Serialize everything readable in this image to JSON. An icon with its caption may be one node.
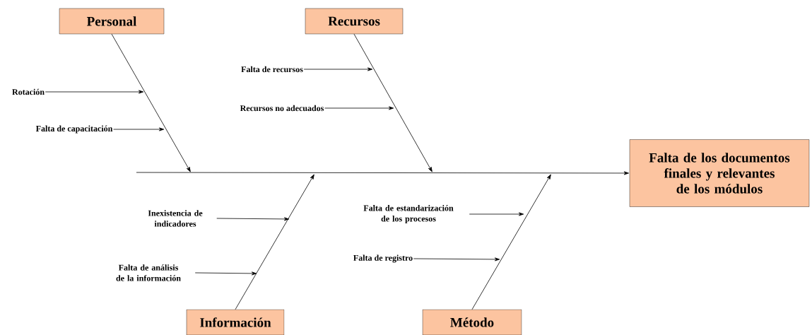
{
  "diagram": {
    "nodes": [
      {
        "text": [
          "Personal"
        ]
      },
      {
        "text": [
          "Recursos"
        ]
      },
      {
        "text": [
          "Falta de los documentos finales y relevantes de los módulos"
        ]
      },
      {
        "text": [
          "Rotación"
        ]
      },
      {
        "text": [
          "Falta de recursos"
        ]
      },
      {
        "text": [
          "Recursos no adecuados"
        ]
      },
      {
        "text": [
          "Falta de capacitación"
        ]
      },
      {
        "text": [
          "Inexistencia de indicadores"
        ]
      },
      {
        "text": [
          "Falta de estandarización de los procesos"
        ]
      },
      {
        "text": [
          "Falta de registro"
        ]
      },
      {
        "text": [
          "Falta de análisis de la información"
        ]
      },
      {
        "text": [
          "Información"
        ]
      },
      {
        "text": [
          "Método"
        ]
      }
    ],
    "edges": [
      {
        "from": 0,
        "to": null,
        "arrow": "to"
      },
      {
        "from": 1,
        "to": null,
        "arrow": "to"
      },
      {
        "from": 11,
        "to": null,
        "arrow": "to"
      },
      {
        "from": 12,
        "to": null,
        "arrow": "to"
      },
      {
        "from": null,
        "to": 2,
        "arrow": "to"
      },
      {
        "from": 3,
        "to": null,
        "arrow": "to"
      },
      {
        "from": 4,
        "to": null,
        "arrow": "to"
      },
      {
        "from": 5,
        "to": null,
        "arrow": "to"
      },
      {
        "from": 6,
        "to": null,
        "arrow": "to"
      },
      {
        "from": 7,
        "to": null,
        "arrow": "to"
      },
      {
        "from": 8,
        "to": null,
        "arrow": "to"
      },
      {
        "from": 9,
        "to": null,
        "arrow": "to"
      },
      {
        "from": 10,
        "to": null,
        "arrow": "to"
      }
    ]
  }
}
